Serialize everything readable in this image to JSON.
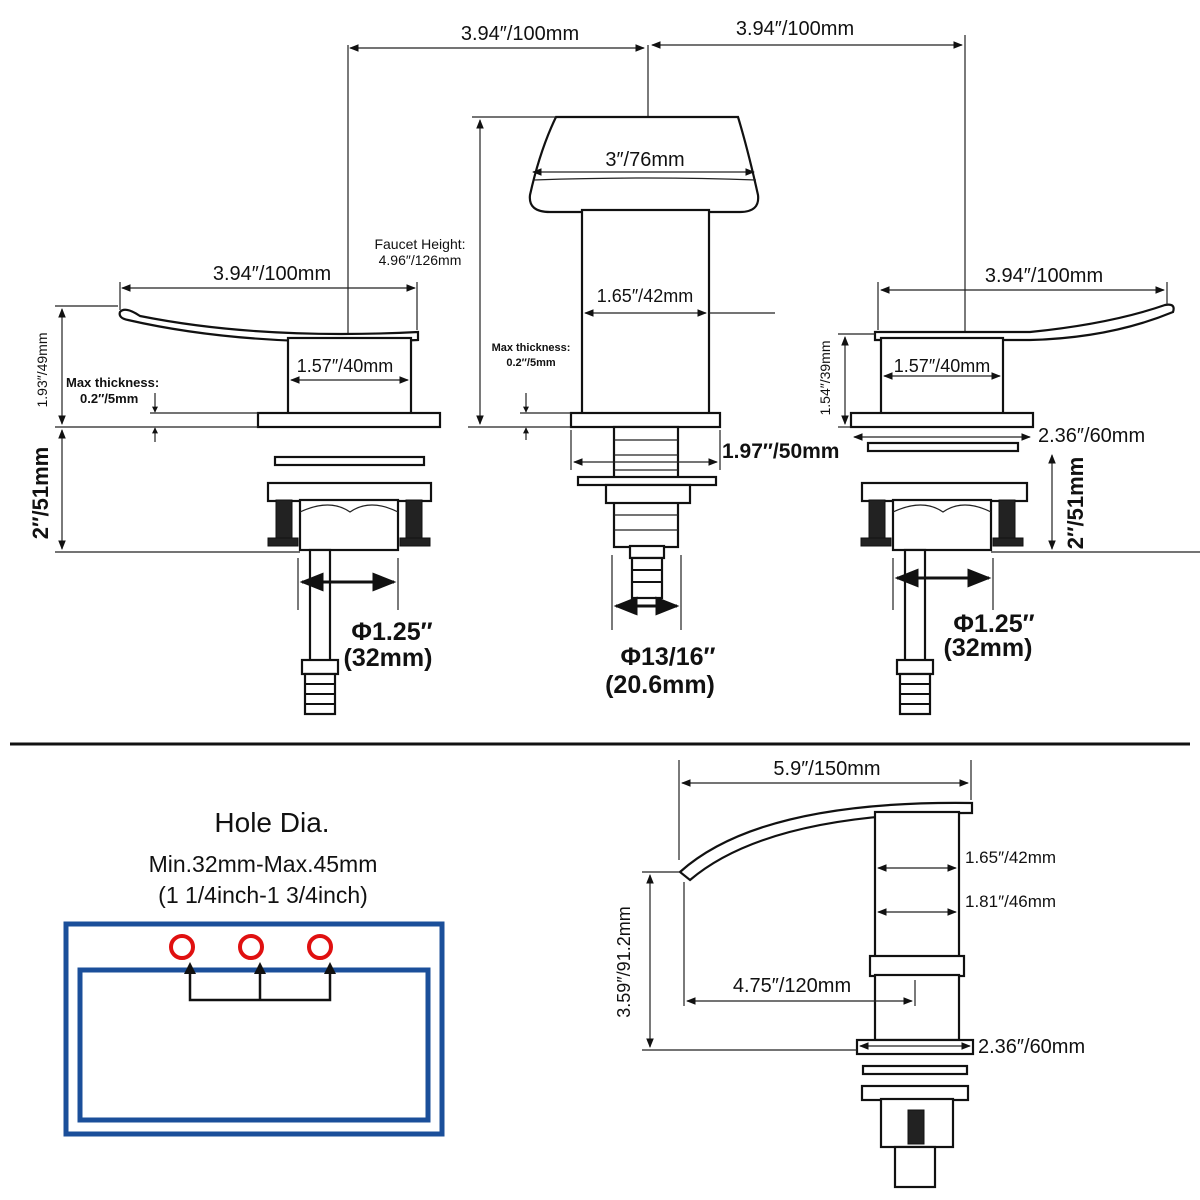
{
  "top_dims": {
    "left_spacing": "3.94″/100mm",
    "right_spacing": "3.94″/100mm"
  },
  "left_handle": {
    "lever_length": "3.94″/100mm",
    "body_width": "1.57″/40mm",
    "height": "1.93″/49mm",
    "max_thickness_label": "Max thickness:",
    "max_thickness_value": "0.2″/5mm",
    "shank_length": "2″/51mm",
    "hole_phi": "Φ1.25″",
    "hole_mm": "(32mm)"
  },
  "center_spout": {
    "faucet_height_label": "Faucet Height:",
    "faucet_height_value": "4.96″/126mm",
    "top_width": "3″/76mm",
    "body_width": "1.65″/42mm",
    "max_thickness_label": "Max thickness:",
    "max_thickness_value": "0.2″/5mm",
    "base_width": "1.97″/50mm",
    "hole_phi": "Φ13/16″",
    "hole_mm": "(20.6mm)"
  },
  "right_handle": {
    "lever_length": "3.94″/100mm",
    "body_width": "1.57″/40mm",
    "height": "1.54″/39mm",
    "base_width": "2.36″/60mm",
    "shank_length": "2″/51mm",
    "hole_phi": "Φ1.25″",
    "hole_mm": "(32mm)"
  },
  "hole_info": {
    "title": "Hole Dia.",
    "range_mm": "Min.32mm-Max.45mm",
    "range_inch": "(1 1/4inch-1 3/4inch)"
  },
  "side_view": {
    "spout_reach": "5.9″/150mm",
    "body_width": "1.65″/42mm",
    "collar_width": "1.81″/46mm",
    "spout_to_body": "4.75″/120mm",
    "spout_height": "3.59″/91.2mm",
    "base_width": "2.36″/60mm"
  },
  "colors": {
    "line": "#111111",
    "hole_ring": "#e01010",
    "sink_outline": "#1b4f9a"
  }
}
